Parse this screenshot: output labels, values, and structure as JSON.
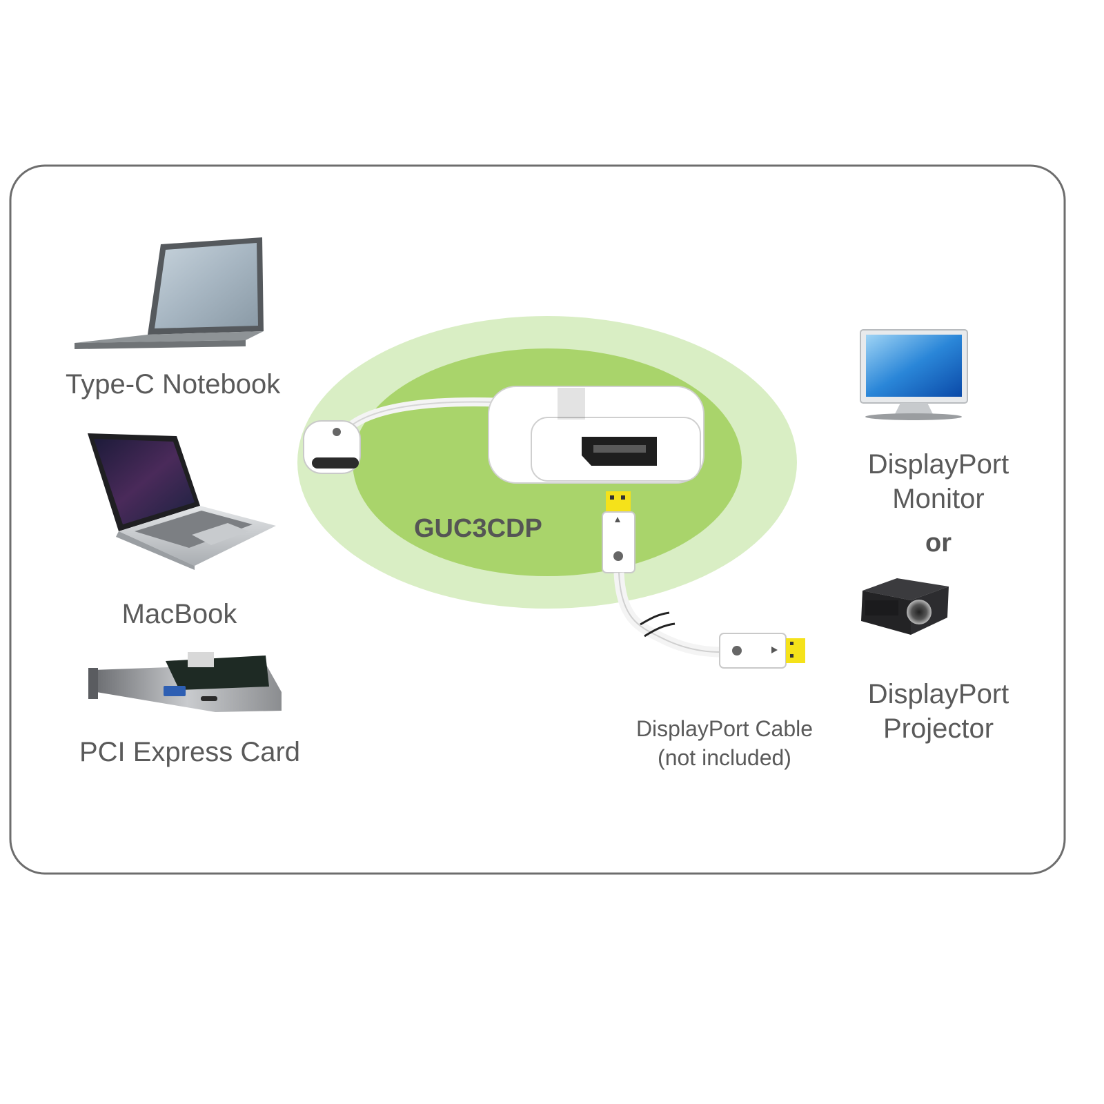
{
  "devices_left": {
    "notebook": {
      "label": "Type-C Notebook",
      "icon": "laptop-icon"
    },
    "macbook": {
      "label": "MacBook",
      "icon": "macbook-icon"
    },
    "pci_card": {
      "label": "PCI Express Card",
      "icon": "pci-express-card-icon"
    }
  },
  "adapter": {
    "model": "GUC3CDP",
    "icon": "usb-c-to-displayport-adapter-icon"
  },
  "cable": {
    "line1": "DisplayPort Cable",
    "line2": "(not included)",
    "icon": "displayport-cable-icon"
  },
  "devices_right": {
    "monitor": {
      "line1": "DisplayPort",
      "line2": "Monitor",
      "icon": "monitor-icon"
    },
    "separator": "or",
    "projector": {
      "line1": "DisplayPort",
      "line2": "Projector",
      "icon": "projector-icon"
    }
  },
  "colors": {
    "frame_border": "#6d6d6d",
    "halo_outer": "#d9eec4",
    "halo_inner": "#a9d46b",
    "connector_yellow": "#f5e21a",
    "text": "#5a5a5a"
  }
}
